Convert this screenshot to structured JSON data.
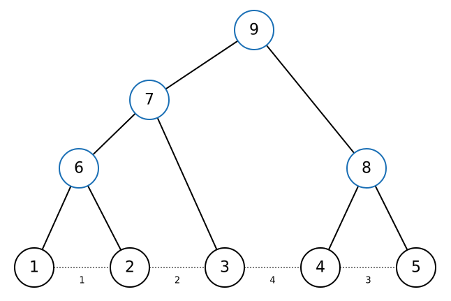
{
  "colors": {
    "internal_node": "#1a6fb5",
    "leaf_node": "#000000"
  },
  "nodes": [
    {
      "id": "9",
      "label": "9",
      "type": "internal"
    },
    {
      "id": "7",
      "label": "7",
      "type": "internal"
    },
    {
      "id": "8",
      "label": "8",
      "type": "internal"
    },
    {
      "id": "6",
      "label": "6",
      "type": "internal"
    },
    {
      "id": "1",
      "label": "1",
      "type": "leaf"
    },
    {
      "id": "2",
      "label": "2",
      "type": "leaf"
    },
    {
      "id": "3",
      "label": "3",
      "type": "leaf"
    },
    {
      "id": "4",
      "label": "4",
      "type": "leaf"
    },
    {
      "id": "5",
      "label": "5",
      "type": "leaf"
    }
  ],
  "edges": [
    {
      "from": "9",
      "to": "7"
    },
    {
      "from": "9",
      "to": "8"
    },
    {
      "from": "7",
      "to": "6"
    },
    {
      "from": "7",
      "to": "3"
    },
    {
      "from": "6",
      "to": "1"
    },
    {
      "from": "6",
      "to": "2"
    },
    {
      "from": "8",
      "to": "4"
    },
    {
      "from": "8",
      "to": "5"
    }
  ],
  "leaf_links": [
    {
      "from": "1",
      "to": "2",
      "weight": "1"
    },
    {
      "from": "2",
      "to": "3",
      "weight": "2"
    },
    {
      "from": "3",
      "to": "4",
      "weight": "4"
    },
    {
      "from": "4",
      "to": "5",
      "weight": "3"
    }
  ]
}
